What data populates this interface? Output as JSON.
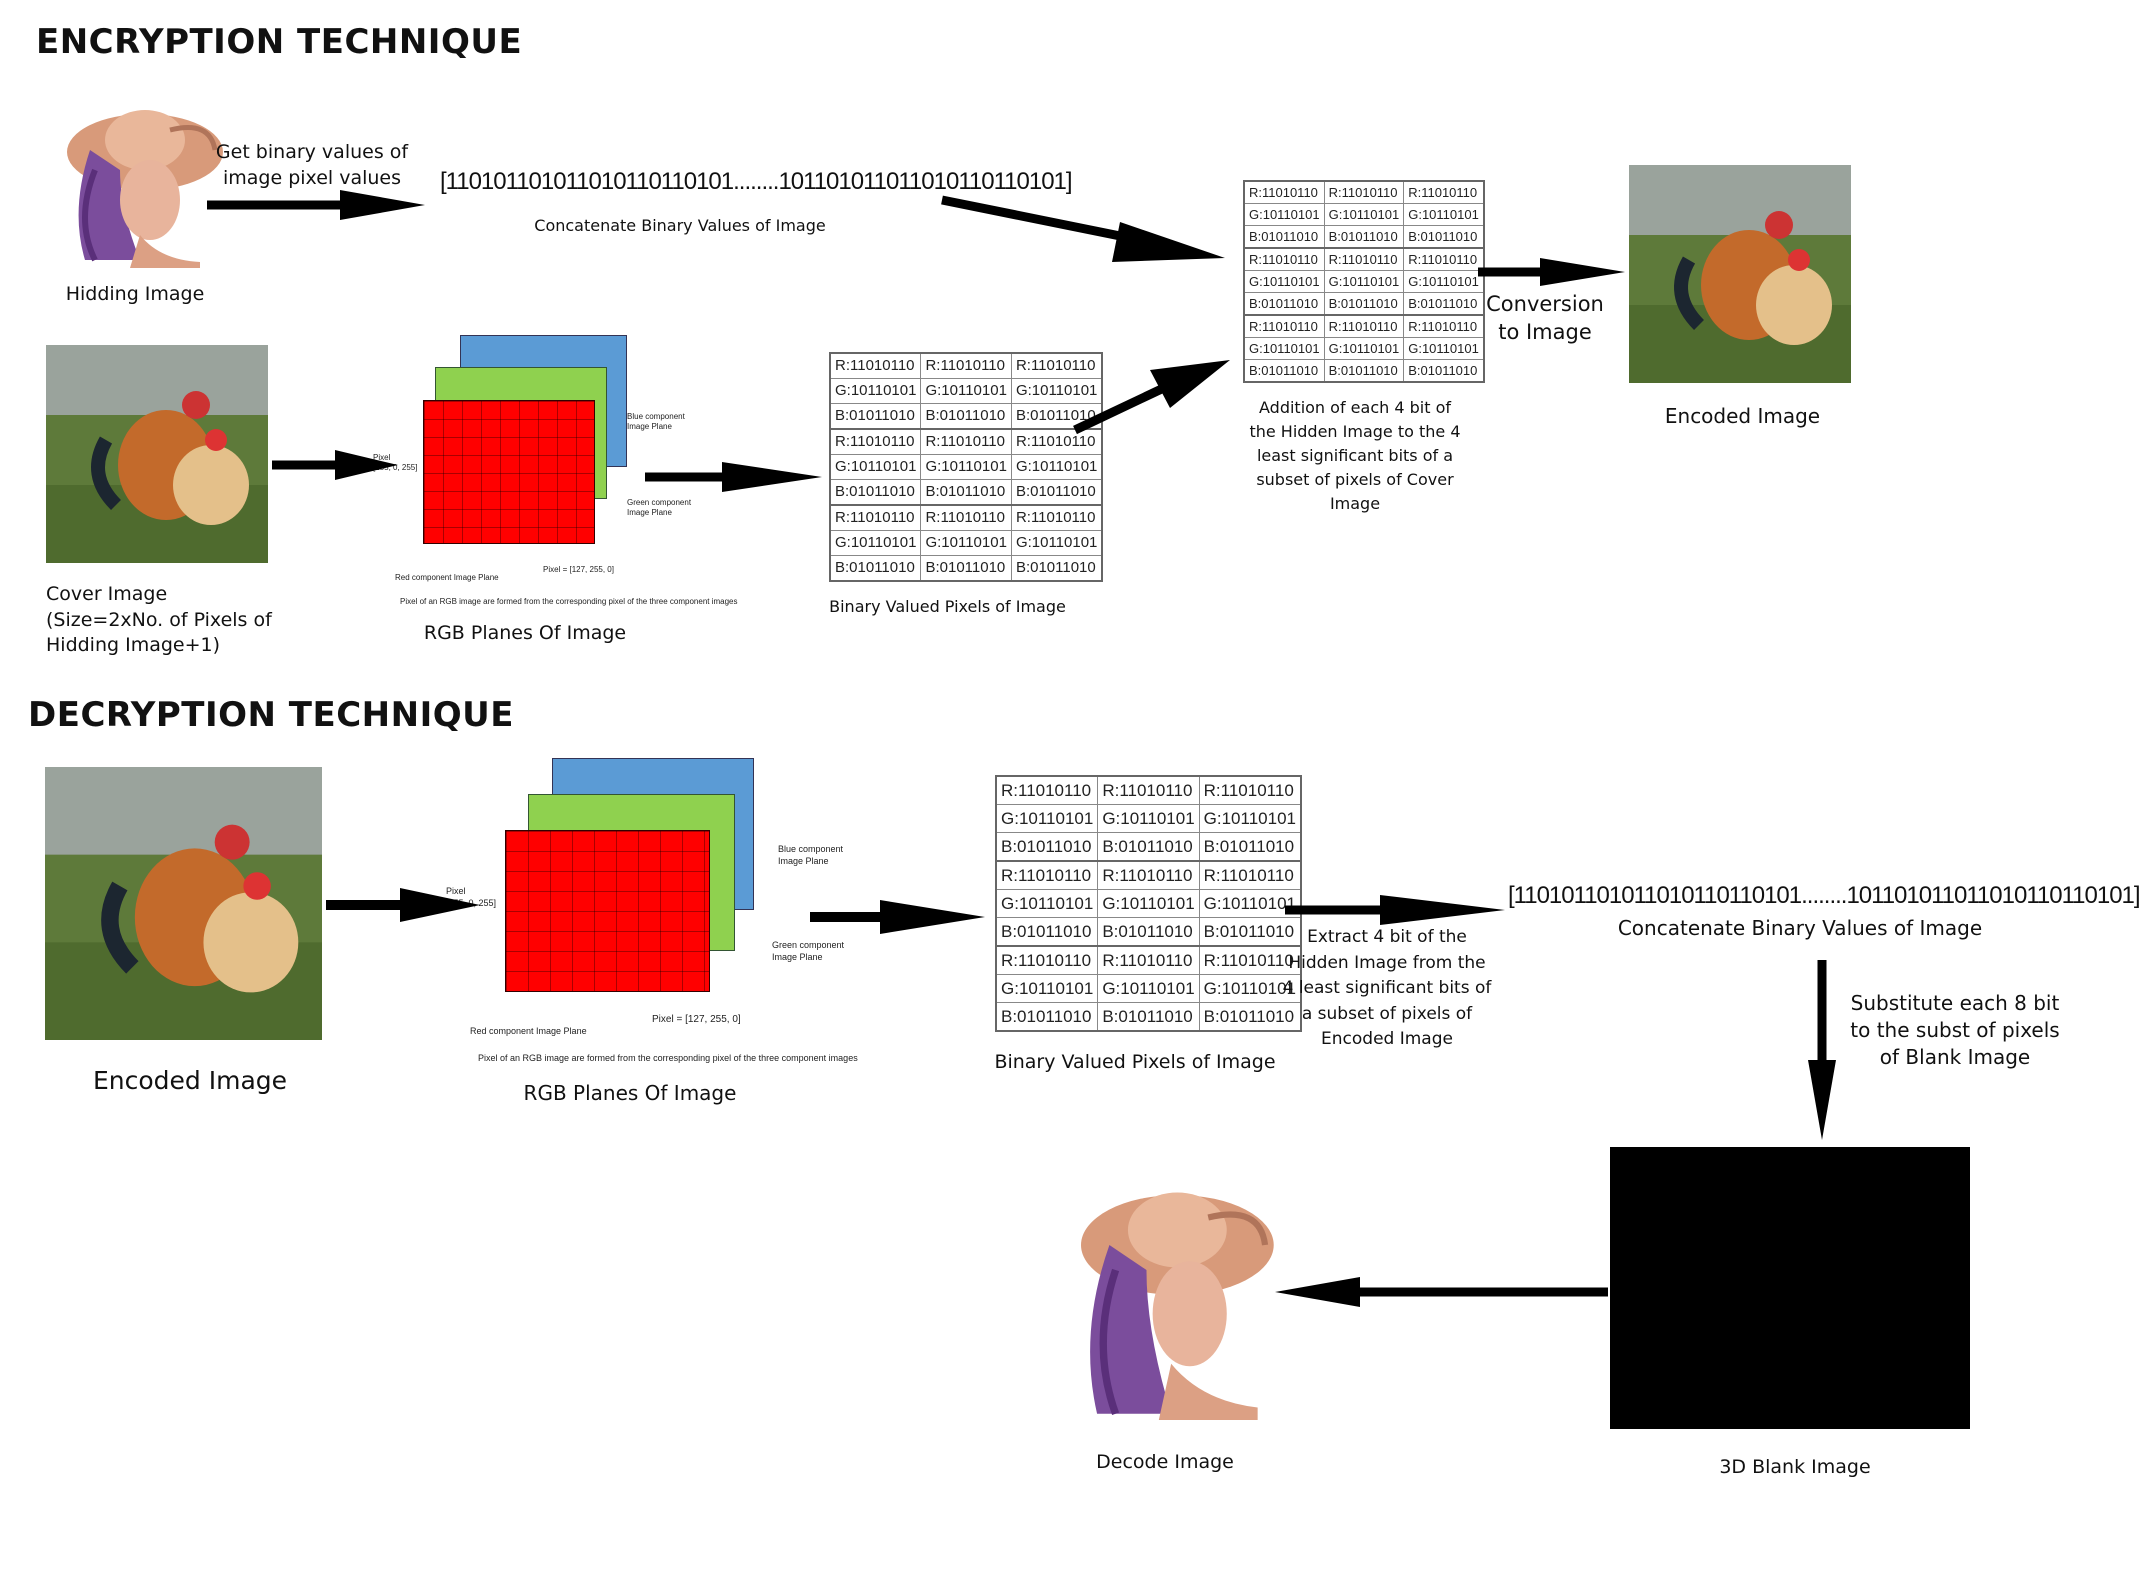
{
  "encryption": {
    "heading": "ENCRYPTION TECHNIQUE",
    "hiding_image_label": "Hidding Image",
    "get_binary_label": [
      "Get binary values of",
      "image pixel values"
    ],
    "binary_string": "[110101101011010110110101........101101011011010110110101]",
    "concat_label": "Concatenate Binary Values of Image",
    "cover_image_label": [
      "Cover Image",
      "(Size=2xNo. of Pixels of",
      "Hidding Image+1)"
    ],
    "rgb_label": "RGB Planes Of Image",
    "binary_pixels_label": "Binary Valued Pixels of Image",
    "addition_label": [
      "Addition of each 4 bit of",
      "the Hidden Image to the 4",
      "least significant bits of a",
      "subset of pixels of Cover",
      "Image"
    ],
    "conversion_label": [
      "Conversion",
      "to Image"
    ],
    "encoded_label": "Encoded Image"
  },
  "decryption": {
    "heading": "DECRYPTION TECHNIQUE",
    "encoded_label": "Encoded Image",
    "rgb_label": "RGB Planes Of Image",
    "binary_pixels_label": "Binary Valued Pixels of Image",
    "extract_label": [
      "Extract 4 bit of the",
      "Hidden Image from the",
      "4 least significant bits of",
      "a subset of pixels of",
      "Encoded Image"
    ],
    "binary_string": "[110101101011010110110101........101101011011010110110101]",
    "concat_label": "Concatenate Binary Values of Image",
    "substitute_label": [
      "Substitute each 8 bit",
      "to the subst of pixels",
      "of Blank Image"
    ],
    "blank_label": "3D Blank Image",
    "decode_label": "Decode Image"
  },
  "pixel_table": {
    "cell": [
      "R:11010110",
      "G:10110101",
      "B:01011010"
    ],
    "rows": 3,
    "cols": 3
  },
  "rgb_planes": {
    "blue_label": [
      "Blue component",
      "Image Plane"
    ],
    "green_label": [
      "Green component",
      "Image Plane"
    ],
    "red_label": "Red component Image Plane",
    "pixel_ij": [
      "Pixel",
      "[255, 0, 255]"
    ],
    "pixel_k": "Pixel",
    "pixel_k_value": "= [127, 255, 0]",
    "caption": "Pixel of an RGB image are formed from the corresponding pixel of the three component images",
    "corner_255": "255",
    "corner_0": "0",
    "colors": {
      "red": "#ff0000",
      "green": "#8fd14f",
      "blue": "#5b9bd5"
    }
  }
}
